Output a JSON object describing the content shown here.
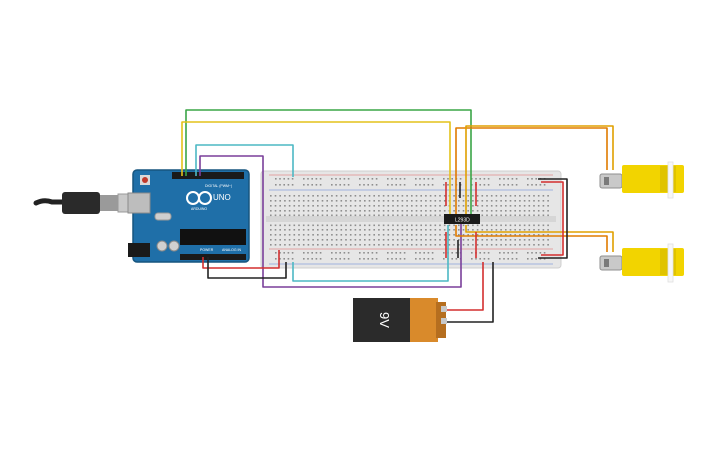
{
  "board": {
    "logo_text": "UNO",
    "brand_text": "ARDUINO",
    "digital_label": "DIGITAL (PWM~)",
    "power_label": "POWER",
    "analog_label": "ANALOG IN"
  },
  "driver_ic": {
    "label": "L293D"
  },
  "battery": {
    "label": "9V"
  },
  "colors": {
    "board": "#1f6fa8",
    "breadboard": "#e6e6e6",
    "motor": "#f2d400",
    "battery_body": "#2b2b2b",
    "battery_cap": "#d98a2b",
    "wire_green": "#3aa547",
    "wire_yellow": "#e3c21a",
    "wire_cyan": "#4cb8c4",
    "wire_purple": "#7a3f9a",
    "wire_red": "#d32f2f",
    "wire_black": "#222222",
    "wire_orange": "#e07b00"
  }
}
